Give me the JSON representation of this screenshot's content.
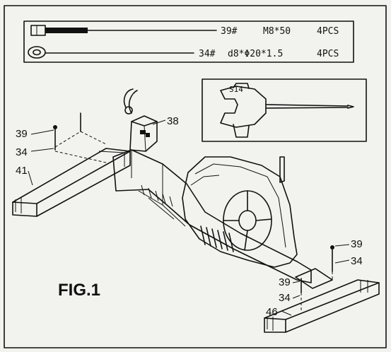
{
  "hardware": [
    {
      "part_no": "39#",
      "spec": "M8*50",
      "qty": "4PCS"
    },
    {
      "part_no": "34#",
      "spec": "d8*Φ20*1.5",
      "qty": "4PCS"
    }
  ],
  "tool": {
    "label": "S14"
  },
  "callouts": {
    "c38": "38",
    "c39_front_left": "39",
    "c34_front_left": "34",
    "c41": "41",
    "c39_rear_right": "39",
    "c34_rear_right": "34",
    "c39_rear_lower": "39",
    "c34_rear_lower": "34",
    "c46": "46"
  },
  "figure_label": "FIG.1"
}
